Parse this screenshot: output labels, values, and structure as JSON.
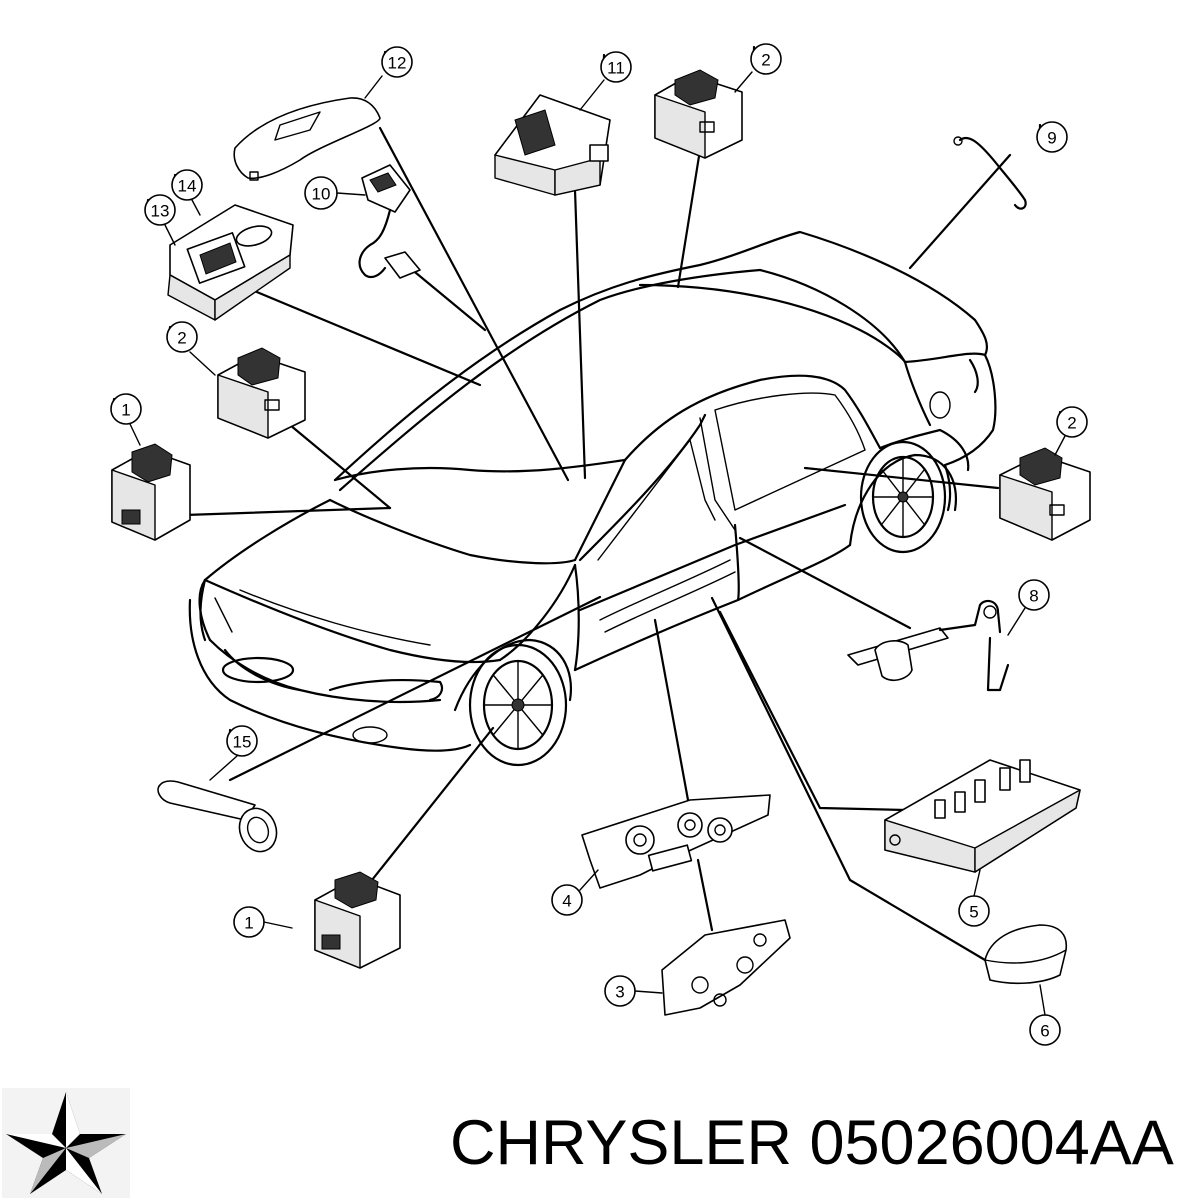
{
  "caption": "CHRYSLER 05026004AA",
  "logo_icon": "chrysler-pentastar-icon",
  "callouts": [
    {
      "id": "c12",
      "label": "12"
    },
    {
      "id": "c11",
      "label": "11"
    },
    {
      "id": "c2a",
      "label": "2"
    },
    {
      "id": "c9",
      "label": "9"
    },
    {
      "id": "c14",
      "label": "14"
    },
    {
      "id": "c13",
      "label": "13"
    },
    {
      "id": "c10",
      "label": "10"
    },
    {
      "id": "c2b",
      "label": "2"
    },
    {
      "id": "c1a",
      "label": "1"
    },
    {
      "id": "c2c",
      "label": "2"
    },
    {
      "id": "c8",
      "label": "8"
    },
    {
      "id": "c15",
      "label": "15"
    },
    {
      "id": "c4",
      "label": "4"
    },
    {
      "id": "c5",
      "label": "5"
    },
    {
      "id": "c1b",
      "label": "1"
    },
    {
      "id": "c3",
      "label": "3"
    },
    {
      "id": "c6",
      "label": "6"
    }
  ]
}
